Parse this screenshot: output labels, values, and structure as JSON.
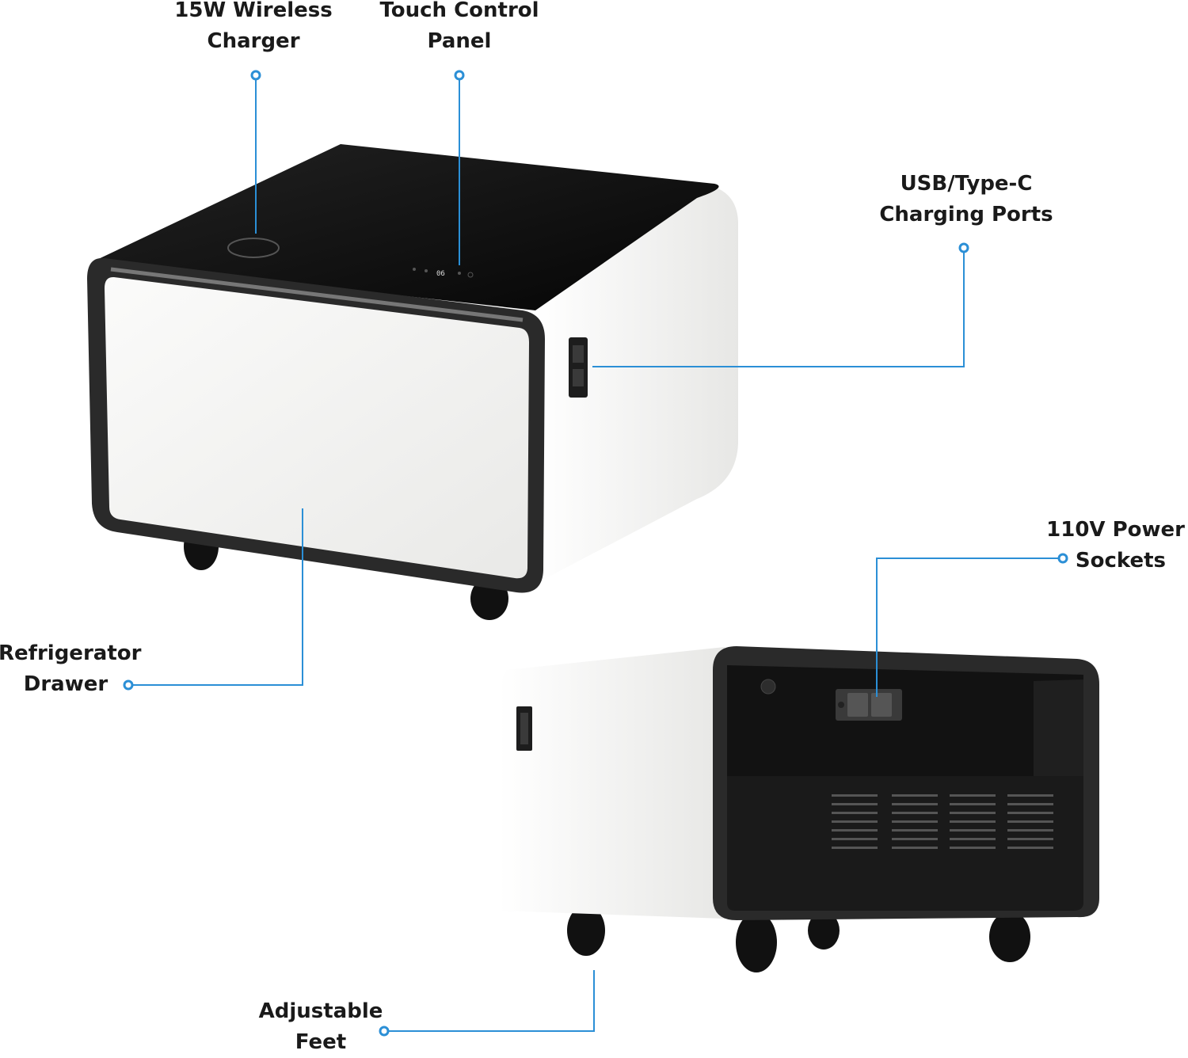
{
  "callouts": {
    "wireless_charger": [
      "15W Wireless",
      "Charger"
    ],
    "touch_panel": [
      "Touch Control",
      "Panel"
    ],
    "usb_ports": [
      "USB/Type-C",
      "Charging Ports"
    ],
    "power_sockets": [
      "110V Power",
      "Sockets"
    ],
    "drawer": [
      "Refrigerator",
      "Drawer"
    ],
    "feet": [
      "Adjustable",
      "Feet"
    ]
  },
  "panel_display": "06",
  "colors": {
    "callout_line": "#2b8fd6",
    "table_white": "#f4f4f2",
    "glass_top": "#0d0d0d",
    "frame": "#2a2a2a"
  }
}
